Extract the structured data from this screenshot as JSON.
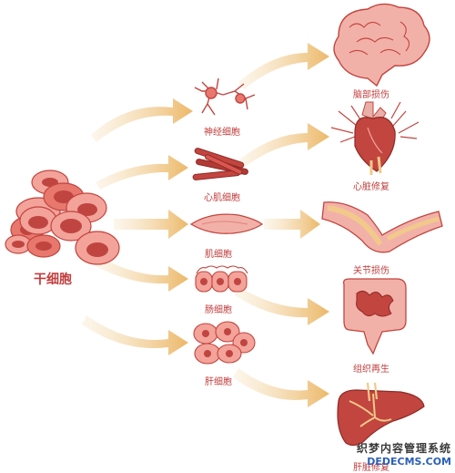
{
  "center": {
    "label": "干细胞"
  },
  "middle": [
    {
      "label": "神经细胞"
    },
    {
      "label": "心肌细胞"
    },
    {
      "label": "肌细胞"
    },
    {
      "label": "肠细胞"
    },
    {
      "label": "肝细胞"
    }
  ],
  "outcomes": [
    {
      "label": "脑部损伤"
    },
    {
      "label": "心脏修复"
    },
    {
      "label": "关节损伤"
    },
    {
      "label": "组织再生"
    },
    {
      "label": "肝脏修复"
    }
  ],
  "watermark": {
    "line1": "织梦内容管理系统",
    "line2": "DEDECMS.COM"
  },
  "colors": {
    "cell": "#e8776d",
    "cell_dark": "#c2453f",
    "nucleus": "#c04540",
    "arrow": "#f2c98a",
    "label": "#c23d3d"
  }
}
